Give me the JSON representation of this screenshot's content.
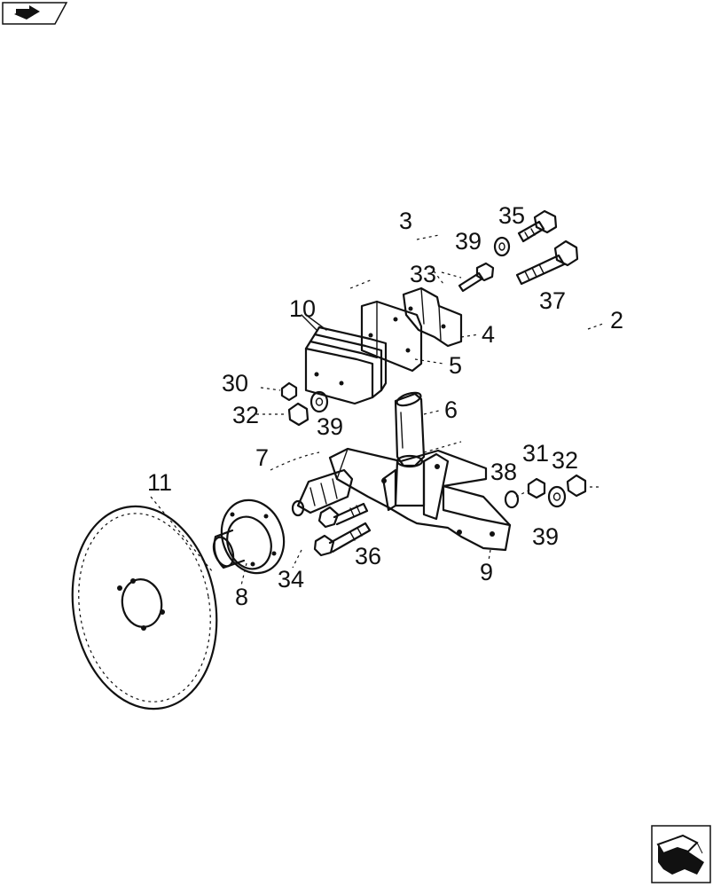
{
  "diagram": {
    "callouts": {
      "c2": "2",
      "c3": "3",
      "c4": "4",
      "c5": "5",
      "c6": "6",
      "c7": "7",
      "c8": "8",
      "c9": "9",
      "c10": "10",
      "c11": "11",
      "c30": "30",
      "c31": "31",
      "c32a": "32",
      "c32b": "32",
      "c33": "33",
      "c34": "34",
      "c35": "35",
      "c36": "36",
      "c37": "37",
      "c38": "38",
      "c39a": "39",
      "c39b": "39",
      "c39c": "39"
    }
  },
  "nav": {
    "prev_icon": "back-arrow-icon",
    "next_icon": "next-page-arrow-icon"
  }
}
